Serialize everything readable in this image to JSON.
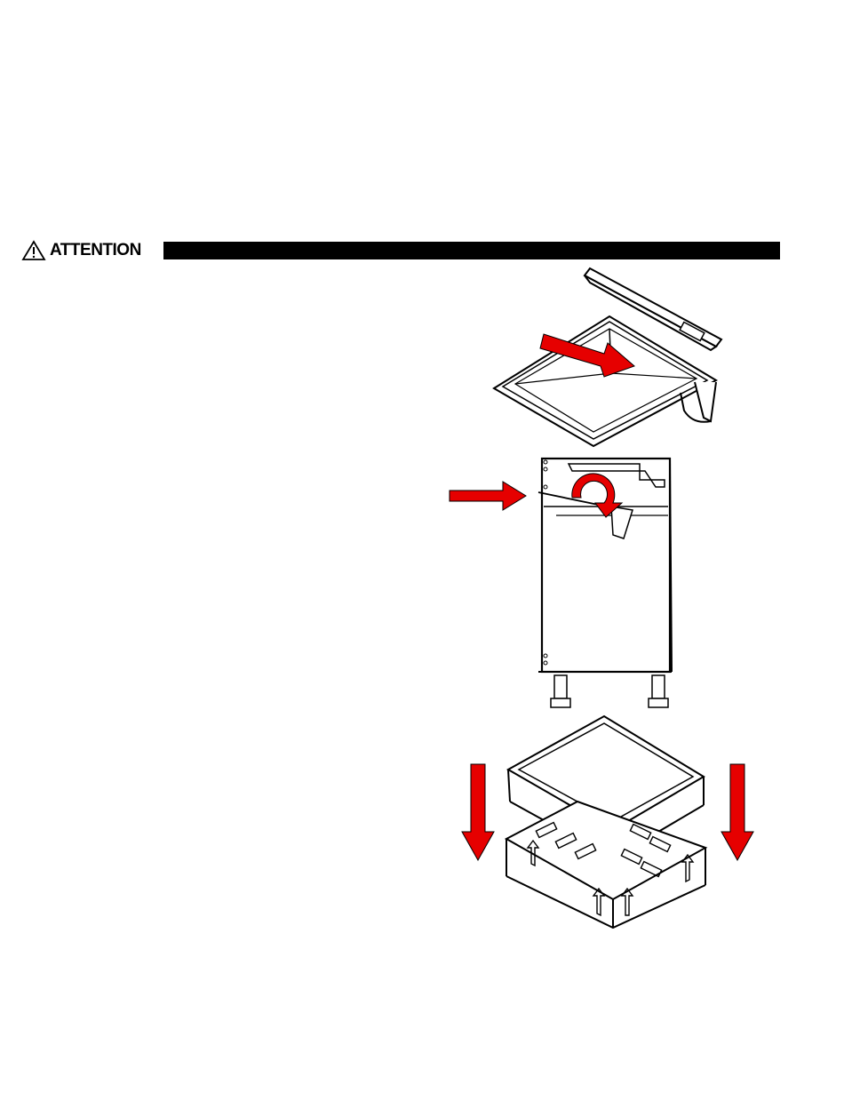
{
  "header": {
    "label": "ATTENTION",
    "icon": "warning-triangle-icon"
  },
  "colors": {
    "arrow": "#e60000",
    "line": "#000000",
    "background": "#ffffff"
  },
  "illustrations": [
    {
      "name": "drip-tray-removal",
      "icon": "right-arrow-icon"
    },
    {
      "name": "cabinet-lever-rotation",
      "icons": [
        "right-arrow-icon",
        "rotate-arrow-icon"
      ]
    },
    {
      "name": "shipping-base-removal",
      "icons": [
        "down-arrow-icon",
        "up-arrow-symbols"
      ]
    }
  ]
}
